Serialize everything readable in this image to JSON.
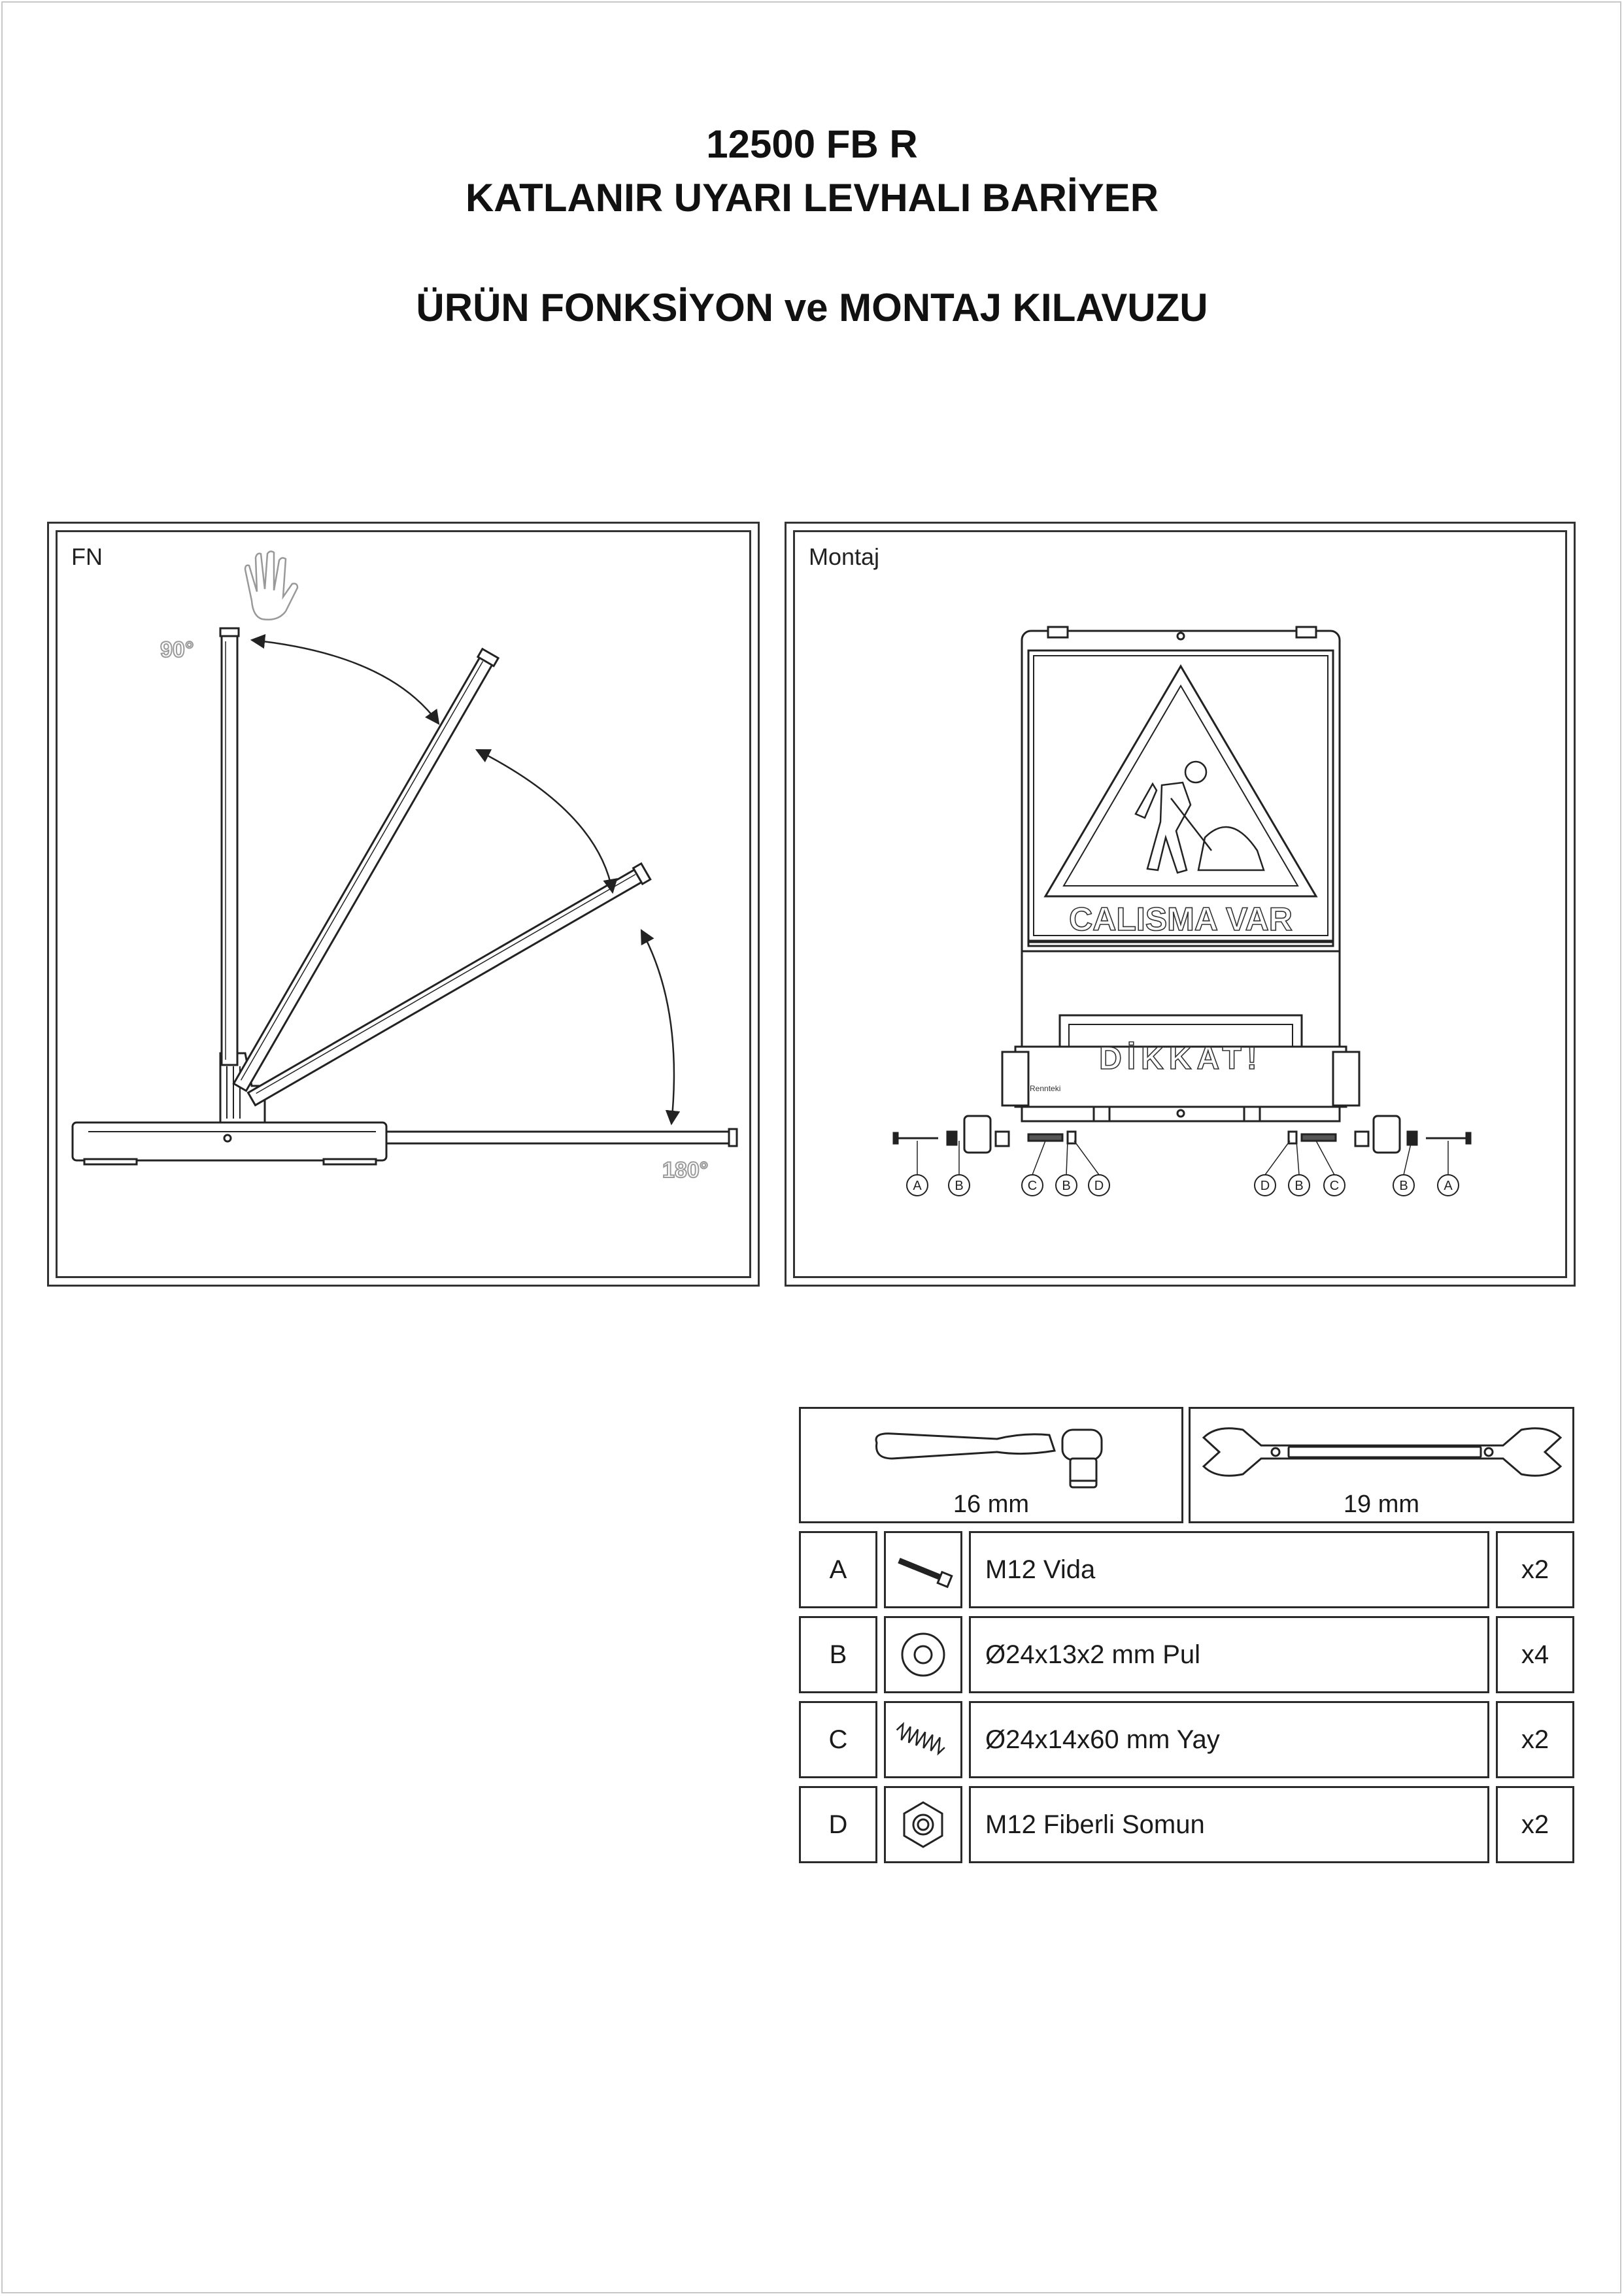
{
  "header": {
    "line1": "12500 FB R",
    "line2": "KATLANIR UYARI LEVHALI BARİYER",
    "line3": "ÜRÜN FONKSİYON ve MONTAJ KILAVUZU"
  },
  "fn_panel": {
    "label": "FN",
    "angle_start": "90°",
    "angle_end": "180°"
  },
  "montaj_panel": {
    "label": "Montaj",
    "sign_text": "CALISMA VAR",
    "board_text": "DİKKAT!",
    "brand": "Rennteki",
    "left_callouts": [
      "A",
      "B",
      "C",
      "B",
      "D"
    ],
    "right_callouts": [
      "D",
      "B",
      "C",
      "B",
      "A"
    ]
  },
  "tools": [
    {
      "icon": "ratchet-wrench-icon",
      "size": "16 mm"
    },
    {
      "icon": "open-end-wrench-icon",
      "size": "19 mm"
    }
  ],
  "parts": [
    {
      "code": "A",
      "icon": "bolt-icon",
      "name": "M12 Vida",
      "qty": "x2"
    },
    {
      "code": "B",
      "icon": "washer-icon",
      "name": "Ø24x13x2 mm Pul",
      "qty": "x4"
    },
    {
      "code": "C",
      "icon": "spring-icon",
      "name": "Ø24x14x60 mm Yay",
      "qty": "x2"
    },
    {
      "code": "D",
      "icon": "nylon-nut-icon",
      "name": "M12 Fiberli Somun",
      "qty": "x2"
    }
  ]
}
